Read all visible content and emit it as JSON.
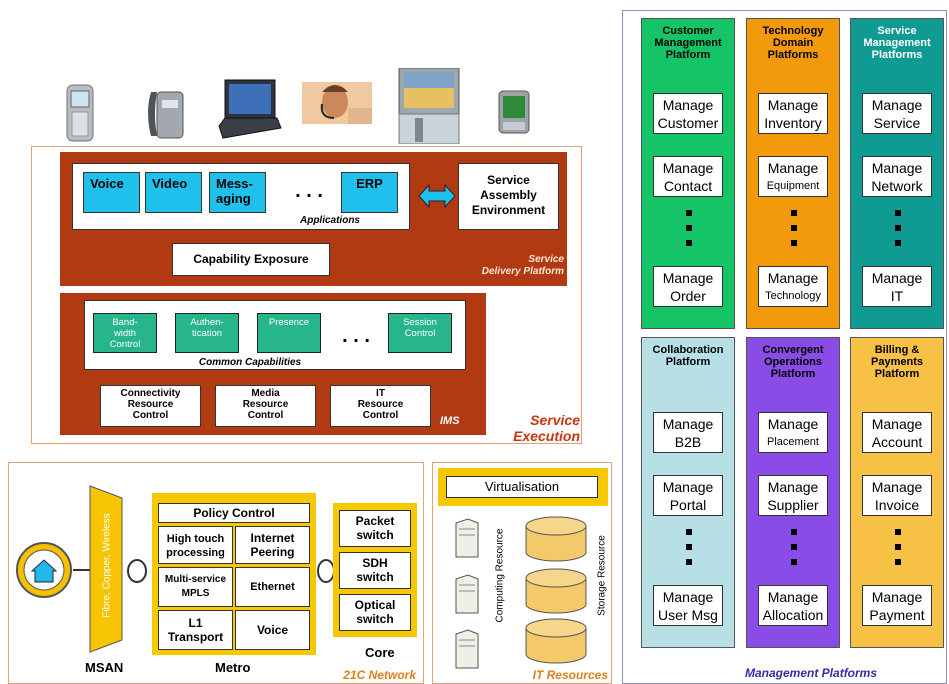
{
  "service_execution": {
    "applications": [
      "Voice",
      "Video",
      "Mess-\naging",
      "ERP"
    ],
    "ellipsis": ". . .",
    "applications_label": "Applications",
    "sae": "Service\nAssembly\nEnvironment",
    "capability_exposure": "Capability Exposure",
    "sdp_label": "Service\nDelivery Platform",
    "capabilities": [
      "Band-\nwidth\nControl",
      "Authen-\ntication",
      "Presence",
      "Session\nControl"
    ],
    "common_capabilities_label": "Common Capabilities",
    "controls": [
      "Connectivity\nResource\nControl",
      "Media\nResource\nControl",
      "IT\nResource\nControl"
    ],
    "ims_label": "IMS",
    "title": "Service\nExecution"
  },
  "network": {
    "msan_text": "Fibre, Copper, Wireless",
    "msan_label": "MSAN",
    "metro": {
      "policy_control": "Policy Control",
      "cells": [
        "High touch\nprocessing",
        "Internet\nPeering",
        "Multi-service\nMPLS",
        "Ethernet",
        "L1\nTransport",
        "Voice"
      ],
      "label": "Metro"
    },
    "core": {
      "items": [
        "Packet\nswitch",
        "SDH\nswitch",
        "Optical\nswitch"
      ],
      "label": "Core"
    },
    "title": "21C Network"
  },
  "it_resources": {
    "virtualisation": "Virtualisation",
    "computing": "Computing Resource",
    "storage": "Storage Resource",
    "title": "IT Resources"
  },
  "management": {
    "columns": [
      {
        "title": "Customer\nManagement\nPlatform",
        "color": "#16c468",
        "text_color": "#000",
        "items": [
          "Manage\nCustomer",
          "Manage\nContact",
          "Manage\nOrder"
        ],
        "small": [
          false,
          false,
          false
        ]
      },
      {
        "title": "Technology\nDomain\nPlatforms",
        "color": "#f39a0c",
        "text_color": "#000",
        "items": [
          "Manage\nInventory",
          "Manage\nEquipment",
          "Manage\nTechnology"
        ],
        "small": [
          false,
          true,
          true
        ]
      },
      {
        "title": "Service\nManagement\nPlatforms",
        "color": "#0f9a92",
        "text_color": "#fff",
        "items": [
          "Manage\nService",
          "Manage\nNetwork",
          "Manage\nIT"
        ],
        "small": [
          false,
          false,
          false
        ]
      },
      {
        "title": "Collaboration\nPlatform",
        "color": "#b6e0e6",
        "text_color": "#000",
        "items": [
          "Manage\nB2B",
          "Manage\nPortal",
          "Manage\nUser Msg"
        ],
        "small": [
          false,
          false,
          false
        ]
      },
      {
        "title": "Convergent\nOperations\nPlatform",
        "color": "#8a4ce6",
        "text_color": "#000",
        "items": [
          "Manage\nPlacement",
          "Manage\nSupplier",
          "Manage\nAllocation"
        ],
        "small": [
          true,
          false,
          false
        ]
      },
      {
        "title": "Billing &\nPayments\nPlatform",
        "color": "#f6c145",
        "text_color": "#000",
        "items": [
          "Manage\nAccount",
          "Manage\nInvoice",
          "Manage\nPayment"
        ],
        "small": [
          false,
          false,
          false
        ]
      }
    ],
    "title": "Management Platforms"
  },
  "colors": {
    "sdp_red": "#b23a12",
    "app_cyan": "#1fc0ec",
    "cap_green": "#27b58b",
    "yellow": "#f7c700",
    "storage_yellow": "#f3c96a",
    "label_red": "#c8360f",
    "mgmt_title": "#2f2fa8"
  },
  "devices": [
    "mobile-phone",
    "desk-phone",
    "laptop",
    "call-centre-agent",
    "kiosk-screen",
    "pda"
  ]
}
